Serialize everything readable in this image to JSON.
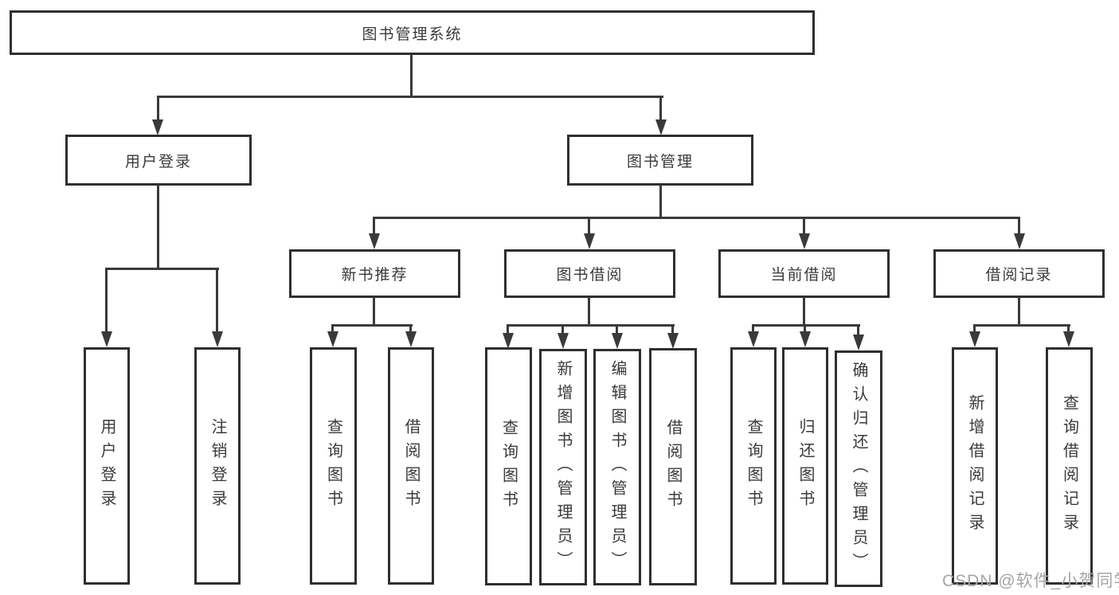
{
  "tree": {
    "root": {
      "label": "图书管理系统"
    },
    "branches": [
      {
        "label": "用户登录",
        "children": [
          {
            "label": "用户登录"
          },
          {
            "label": "注销登录"
          }
        ]
      },
      {
        "label": "图书管理",
        "children": [
          {
            "label": "新书推荐",
            "children": [
              {
                "label": "查询图书"
              },
              {
                "label": "借阅图书"
              }
            ]
          },
          {
            "label": "图书借阅",
            "children": [
              {
                "label": "查询图书"
              },
              {
                "label": "新增图书（管理员）"
              },
              {
                "label": "编辑图书（管理员）"
              },
              {
                "label": "借阅图书"
              }
            ]
          },
          {
            "label": "当前借阅",
            "children": [
              {
                "label": "查询图书"
              },
              {
                "label": "归还图书"
              },
              {
                "label": "确认归还（管理员）"
              }
            ]
          },
          {
            "label": "借阅记录",
            "children": [
              {
                "label": "新增借阅记录"
              },
              {
                "label": "查询借阅记录"
              }
            ]
          }
        ]
      }
    ]
  },
  "watermark": {
    "text": "CSDN @软件_小贺同学"
  },
  "colors": {
    "line": "#3a3a3a",
    "box_border": "#2f2f2f",
    "text": "#3a3a3a",
    "background": "#ffffff",
    "watermark": "#a6a6a6"
  }
}
